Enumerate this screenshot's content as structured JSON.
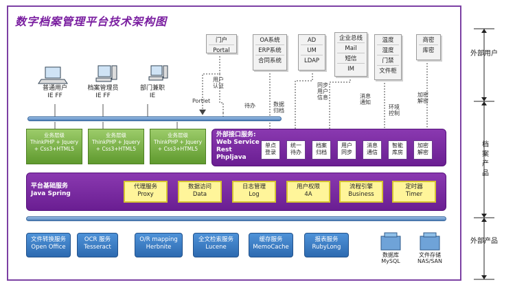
{
  "title": "数字档案管理平台技术架构图",
  "external_systems": [
    {
      "lines": [
        "门户",
        "Portal"
      ]
    },
    {
      "lines": [
        "OA系统",
        "ERP系统",
        "合同系统"
      ]
    },
    {
      "lines": [
        "AD",
        "UM",
        "LDAP"
      ]
    },
    {
      "lines": [
        "企业总线",
        "Mail",
        "短信",
        "IM"
      ]
    },
    {
      "lines": [
        "温度",
        "湿度",
        "门禁",
        "文件柜"
      ]
    },
    {
      "lines": [
        "商密",
        "库密"
      ]
    }
  ],
  "annotations": {
    "portlet": "Portlet",
    "user_auth": [
      "用户",
      "认证"
    ],
    "pending": "待办",
    "data_archive": [
      "数据",
      "归档"
    ],
    "sync_user": [
      "同步",
      "用户",
      "信息"
    ],
    "msg_notify": [
      "消息",
      "通知"
    ],
    "env_control": [
      "环境",
      "控制"
    ],
    "enc_dec": [
      "加密",
      "解密"
    ]
  },
  "clients": [
    {
      "name": "普通用户",
      "browser": "IE FF"
    },
    {
      "name": "档案管理员",
      "browser": "IE FF"
    },
    {
      "name": "部门兼职",
      "browser": "IE"
    }
  ],
  "app_layers": [
    {
      "title": "业务层级",
      "line1": "ThinkPHP + Jquery",
      "line2": "+ Css3+HTML5"
    },
    {
      "title": "业务层级",
      "line1": "ThinkPHP + Jquery",
      "line2": "+ Css3+HTML5"
    },
    {
      "title": "业务层级",
      "line1": "ThinkPHP + Jquery",
      "line2": "+ Css3+HTML5"
    }
  ],
  "external_interface": {
    "title": "外部接口服务:",
    "line2": "Web Service",
    "line3": "Rest",
    "line4": "Phpljava",
    "items": [
      [
        "单点",
        "登录"
      ],
      [
        "统一",
        "待办"
      ],
      [
        "档案",
        "归档"
      ],
      [
        "用户",
        "同步"
      ],
      [
        "消息",
        "通信"
      ],
      [
        "智能",
        "库房"
      ],
      [
        "加密",
        "解密"
      ]
    ]
  },
  "platform": {
    "title": "平台基础服务",
    "subtitle": "Java Spring",
    "services": [
      {
        "cn": "代理服务",
        "en": "Proxy"
      },
      {
        "cn": "数据访问",
        "en": "Data"
      },
      {
        "cn": "日志管理",
        "en": "Log"
      },
      {
        "cn": "用户权限",
        "en": "4A"
      },
      {
        "cn": "流程引擎",
        "en": "Business"
      },
      {
        "cn": "定时器",
        "en": "Timer"
      }
    ]
  },
  "infra_services": [
    {
      "cn": "文件转换服务",
      "en": "Open Office"
    },
    {
      "cn": "OCR 服务",
      "en": "Tesseract"
    },
    {
      "cn": "O/R mapping",
      "en": "Herbnite"
    },
    {
      "cn": "全文检索服务",
      "en": "Lucene"
    },
    {
      "cn": "缓存服务",
      "en": "MemoCache"
    },
    {
      "cn": "报表服务",
      "en": "RubyLong"
    }
  ],
  "storage": [
    {
      "cn": "数据库",
      "en": "MySQL"
    },
    {
      "cn": "文件存储",
      "en": "NAS/SAN"
    }
  ],
  "side_labels": {
    "external_users": "外部用户",
    "archive_products": "档案产品",
    "external_products": "外部产品"
  },
  "colors": {
    "frame": "#7b3fa3",
    "title": "#7a1fa0",
    "purple_band": "#6a1e92",
    "green": "#5f9a2e",
    "yellow": "#fff59a",
    "blue": "#2d6ab0"
  }
}
